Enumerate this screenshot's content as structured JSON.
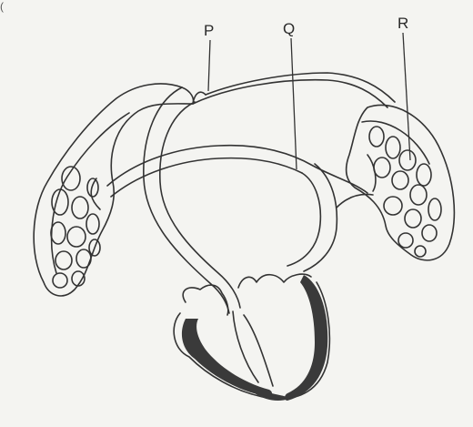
{
  "labels": {
    "p": "P",
    "q": "Q",
    "r": "R"
  },
  "colors": {
    "ink": "#333333",
    "heart_wall": "#3a3a3a",
    "paper": "#f4f4f1"
  },
  "figure": "circulatory-system-diagram"
}
